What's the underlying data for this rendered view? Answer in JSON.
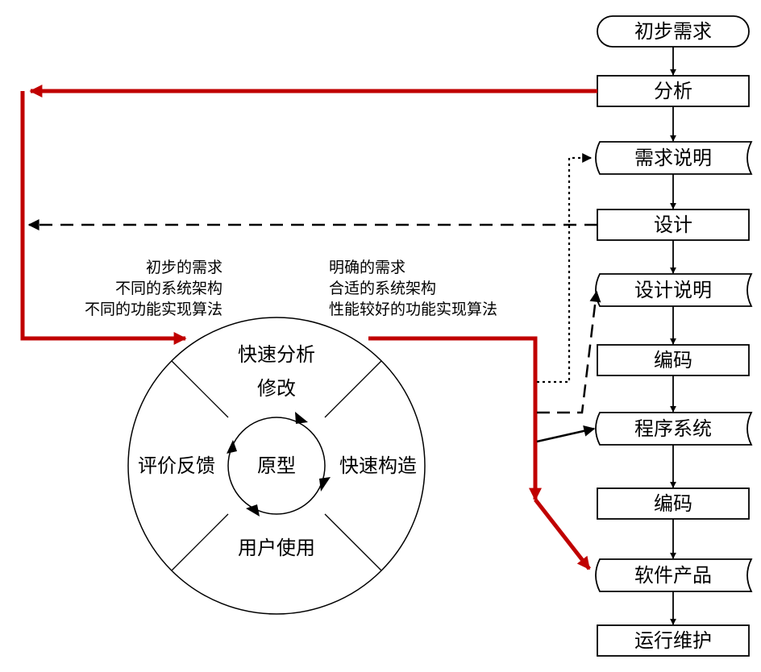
{
  "colors": {
    "line": "#000000",
    "feedback": "#c00000",
    "background": "#ffffff"
  },
  "flow": {
    "start": "初步需求",
    "analysis": "分析",
    "req_spec": "需求说明",
    "design": "设计",
    "design_spec": "设计说明",
    "coding1": "编码",
    "program_system": "程序系统",
    "coding2": "编码",
    "software_product": "软件产品",
    "operation": "运行维护"
  },
  "left_notes": [
    "初步的需求",
    "不同的系统架构",
    "不同的功能实现算法"
  ],
  "right_notes": [
    "明确的需求",
    "合适的系统架构",
    "性能较好的功能实现算法"
  ],
  "wheel": {
    "top_line1": "快速分析",
    "top_line2": "修改",
    "right": "快速构造",
    "bottom": "用户使用",
    "left": "评价反馈",
    "center": "原型"
  }
}
